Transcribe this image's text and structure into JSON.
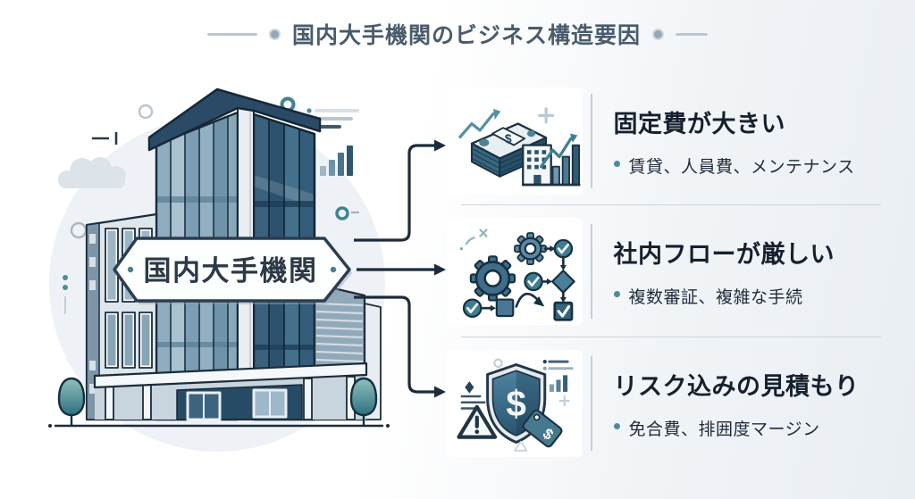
{
  "title": {
    "text": "国内大手機関のビジネス構造要因"
  },
  "banner": {
    "label": "国内大手機関"
  },
  "factors": [
    {
      "heading": "固定費が大きい",
      "bullet": "賃貸、人員費、メンテナンス",
      "icon": "cash-stack-growth-icon"
    },
    {
      "heading": "社内フローが厳しい",
      "bullet": "複数審証、複雑な手続",
      "icon": "gears-workflow-icon"
    },
    {
      "heading": "リスク込みの見積もり",
      "bullet": "免合費、排囲度マージン",
      "icon": "shield-risk-tag-icon"
    }
  ],
  "colors": {
    "accent_teal": "#4d8a9a",
    "heading_navy": "#16202e",
    "body_navy": "#1f2b3a",
    "title_slate": "#4a5b6c",
    "arrow": "#1d2b3a",
    "divider": "#ccd5dc",
    "banner_border": "#2b3e50",
    "building_dark": "#2b4a66",
    "background_right": "#e9eef3"
  }
}
